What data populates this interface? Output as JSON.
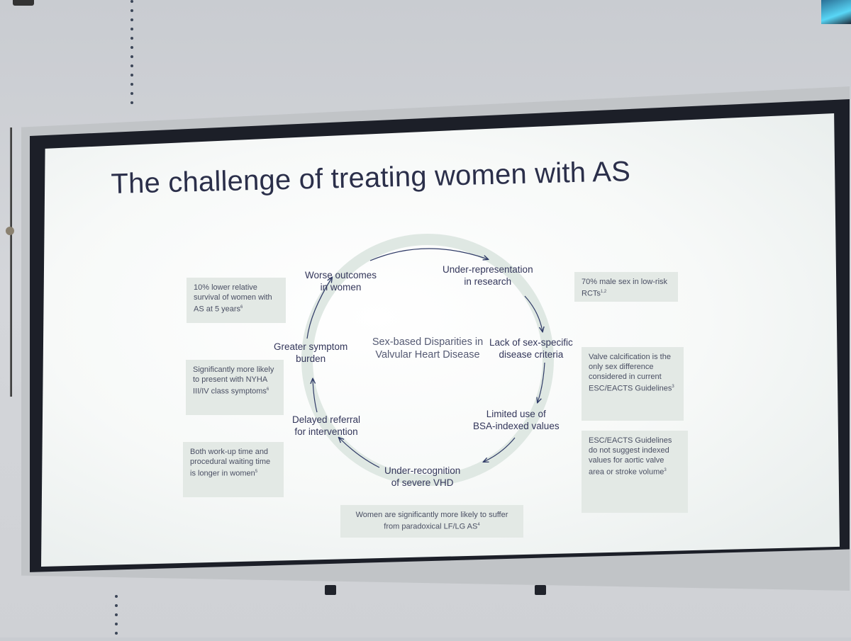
{
  "slide": {
    "title": "The challenge of treating women with AS",
    "center": "Sex-based Disparities in Valvular Heart Disease",
    "cycle_nodes": [
      {
        "id": "worse-outcomes",
        "text": "Worse outcomes\nin women"
      },
      {
        "id": "under-representation",
        "text": "Under-representation\nin research"
      },
      {
        "id": "lack-criteria",
        "text": "Lack of sex-specific\ndisease criteria"
      },
      {
        "id": "limited-bsa",
        "text": "Limited use of\nBSA-indexed values"
      },
      {
        "id": "under-recognition",
        "text": "Under-recognition\nof severe VHD"
      },
      {
        "id": "delayed-referral",
        "text": "Delayed referral\nfor intervention"
      },
      {
        "id": "symptom-burden",
        "text": "Greater symptom\nburden"
      }
    ],
    "boxes": [
      {
        "id": "survival",
        "text": "10% lower relative survival of women with AS at 5 years",
        "ref": "6"
      },
      {
        "id": "male-sex",
        "text": "70% male sex in low-risk RCTs",
        "ref": "1,2"
      },
      {
        "id": "calcification",
        "text": "Valve calcification is the only sex difference considered in current ESC/EACTS Guidelines",
        "ref": "3"
      },
      {
        "id": "nyha",
        "text": "Significantly more likely to present with NYHA III/IV class symptoms",
        "ref": "6"
      },
      {
        "id": "indexed",
        "text": "ESC/EACTS Guidelines do not suggest indexed values for aortic valve area or stroke volume",
        "ref": "3"
      },
      {
        "id": "workup",
        "text": "Both work-up time and procedural waiting time is longer in women",
        "ref": "5"
      },
      {
        "id": "paradoxical",
        "text": "Women are significantly more likely to suffer from paradoxical LF/LG AS",
        "ref": "4"
      }
    ]
  },
  "colors": {
    "title": "#2b2f4a",
    "ring": "#dfe8e3",
    "arrow": "#2f3a66",
    "box_bg": "#e3e9e5"
  }
}
